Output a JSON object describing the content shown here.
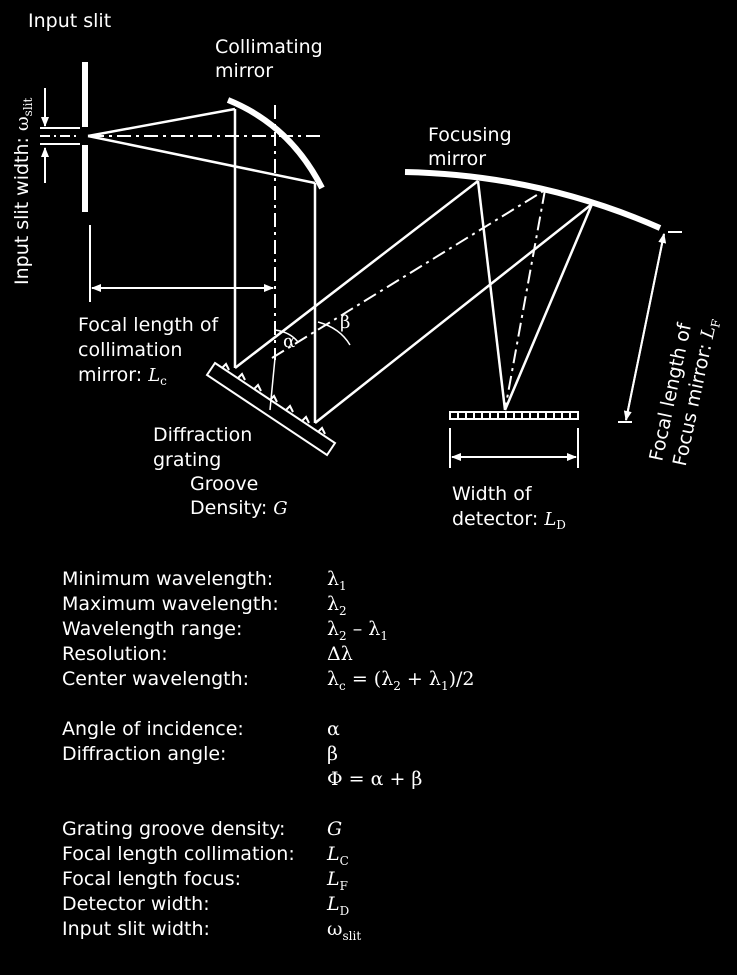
{
  "labels": {
    "input_slit": "Input slit",
    "collimating_mirror": [
      "Collimating",
      "mirror"
    ],
    "focusing_mirror": [
      "Focusing",
      "mirror"
    ],
    "input_slit_width": "Input slit width: ",
    "input_slit_width_sym": "ω",
    "input_slit_width_sub": "slit",
    "focal_collimation": [
      "Focal length of",
      "collimation",
      "mirror: "
    ],
    "focal_collimation_sym": "L",
    "focal_collimation_sub": "c",
    "grating": [
      "Diffraction",
      "grating"
    ],
    "groove": [
      "Groove",
      "Density: "
    ],
    "groove_sym": "G",
    "alpha": "α",
    "beta": "β",
    "detector_width": [
      "Width of",
      "detector: "
    ],
    "detector_sym": "L",
    "detector_sub": "D",
    "focal_focus": [
      "Focal length of",
      "Focus mirror: "
    ],
    "focal_focus_sym": "L",
    "focal_focus_sub": "F"
  },
  "definitions": [
    {
      "label": "Minimum wavelength:",
      "value": "λ<sub>1</sub>"
    },
    {
      "label": "Maximum wavelength:",
      "value": "λ<sub>2</sub>"
    },
    {
      "label": "Wavelength range:",
      "value": "λ<sub>2</sub> – λ<sub>1</sub>"
    },
    {
      "label": "Resolution:",
      "value": "Δλ"
    },
    {
      "label": "Center wavelength:",
      "value": "λ<sub>c</sub> = (λ<sub>2</sub> + λ<sub>1</sub>)/2"
    },
    {
      "label": "Angle of incidence:",
      "value": "α",
      "gap": true
    },
    {
      "label": "Diffraction angle:",
      "value": "β"
    },
    {
      "label": "",
      "value": "Φ = α + β"
    },
    {
      "label": "Grating groove density:",
      "value": "<span class=\"it\">G</span>",
      "gap": true
    },
    {
      "label": "Focal length collimation:",
      "value": "<span class=\"it\">L</span><sub>C</sub>"
    },
    {
      "label": "Focal length focus:",
      "value": "<span class=\"it\">L</span><sub>F</sub>"
    },
    {
      "label": "Detector width:",
      "value": "<span class=\"it\">L</span><sub>D</sub>"
    },
    {
      "label": "Input slit width:",
      "value": "ω<sub>slit</sub>"
    }
  ]
}
